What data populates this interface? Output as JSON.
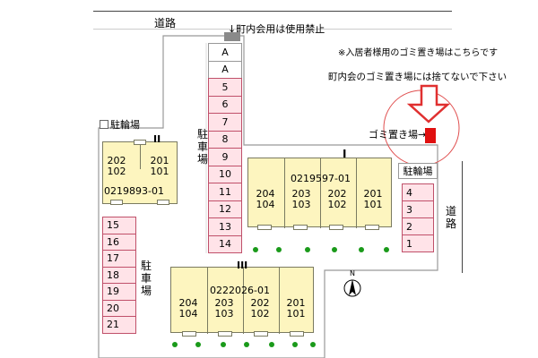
{
  "roads": {
    "top": "道路",
    "right": "道路",
    "notice_top": "↓町内会用は使用禁止"
  },
  "notes": {
    "line1": "※入居者様用のゴミ置き場はこちらです",
    "line2": "町内会のゴミ置き場には捨てないで下さい"
  },
  "garbage_label": "ゴミ置き場→",
  "bicycle_parking": {
    "label_left": "駐輪場",
    "label_right": "駐輪場"
  },
  "parking_label": "駐車場",
  "parking": {
    "center": [
      "A",
      "A",
      "5",
      "6",
      "7",
      "8",
      "9",
      "10",
      "11",
      "12",
      "13",
      "14"
    ],
    "left": [
      "15",
      "16",
      "17",
      "18",
      "19",
      "20",
      "21"
    ],
    "right": [
      "4",
      "3",
      "2",
      "1"
    ]
  },
  "buildings": {
    "b2": {
      "name": "II",
      "code": "0219893-01",
      "rooms": [
        "202",
        "102",
        "201",
        "101"
      ]
    },
    "b1": {
      "name": "I",
      "code": "0219597-01",
      "rooms": [
        "204",
        "104",
        "203",
        "103",
        "202",
        "102",
        "201",
        "101"
      ]
    },
    "b3": {
      "name": "III",
      "code": "0222026-01",
      "rooms": [
        "204",
        "104",
        "203",
        "103",
        "202",
        "102",
        "201",
        "101"
      ]
    }
  },
  "compass": {
    "label": "N"
  },
  "colors": {
    "stall_fill": "#ffe3e8",
    "building_fill": "#fdf5bf",
    "tree": "#1a9a1a",
    "garbage": "#e01010",
    "arrow": "#e03030"
  }
}
